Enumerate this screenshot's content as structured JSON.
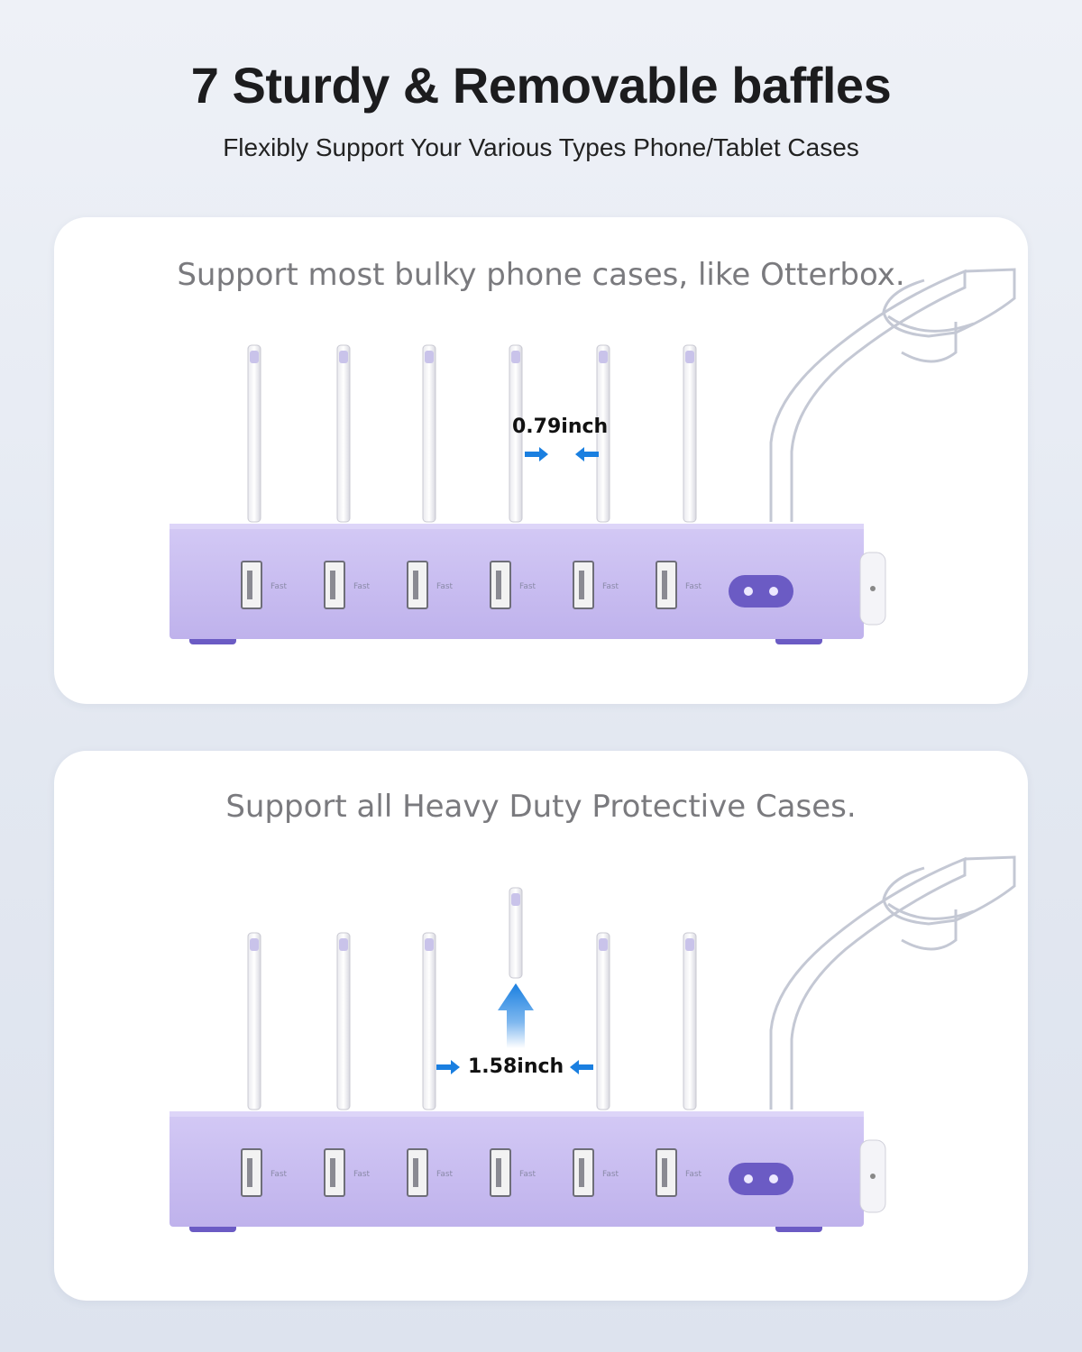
{
  "header": {
    "title": "7 Sturdy & Removable baffles",
    "subtitle": "Flexibly Support Your Various Types Phone/Tablet Cases"
  },
  "panels": [
    {
      "caption": "Support most bulky phone cases, like Otterbox.",
      "measurement": "0.79inch"
    },
    {
      "caption": "Support all Heavy Duty Protective Cases.",
      "measurement": "1.58inch"
    }
  ],
  "port_label": "Fast",
  "colors": {
    "station_body": "#c8bdf0",
    "station_dark": "#6b5bc4",
    "arrow": "#1a7fe0"
  }
}
